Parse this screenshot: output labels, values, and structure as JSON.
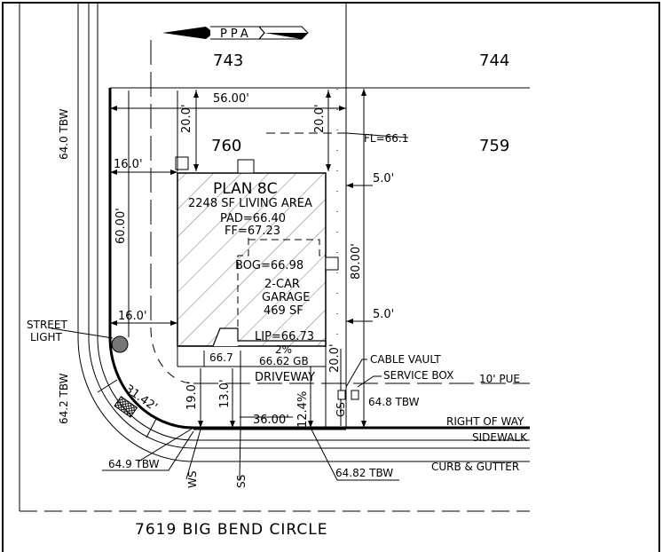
{
  "north_arrow": {
    "label": "PPA"
  },
  "lots": {
    "upper_left": "743",
    "upper_right": "744",
    "subject": "760",
    "right": "759"
  },
  "plan": {
    "title": "PLAN 8C",
    "living_area": "2248 SF LIVING AREA",
    "pad": "PAD=66.40",
    "ff": "FF=67.23",
    "bog": "BOG=66.98",
    "garage_line1": "2-CAR",
    "garage_line2": "GARAGE",
    "garage_area": "469 SF",
    "lip": "LIP=66.73"
  },
  "dimensions": {
    "lot_width_top": "56.00'",
    "setback_rear_left": "20.0'",
    "setback_rear_right": "20.0'",
    "side_left_top": "16.0'",
    "side_left_bottom": "16.0'",
    "side_right_top": "5.0'",
    "side_right_bottom": "5.0'",
    "lot_depth_left": "60.00'",
    "lot_depth_right": "80.00'",
    "front_setback": "20.0'",
    "frontage": "36.00'",
    "curve": "31.42'",
    "driveway_19": "19.0'",
    "driveway_13": "13.0'",
    "driveway_12": "12.4%"
  },
  "elevations": {
    "fl": "FL=66.1",
    "tbw_640": "64.0 TBW",
    "tbw_642": "64.2 TBW",
    "tbw_648": "64.8 TBW",
    "tbw_649": "64.9 TBW",
    "tbw_6482": "64.82 TBW",
    "gb": "66.62 GB",
    "pct": "2%",
    "e667": "66.7"
  },
  "labels": {
    "street_light_1": "STREET",
    "street_light_2": "LIGHT",
    "driveway": "DRIVEWAY",
    "cable_vault": "CABLE VAULT",
    "service_box": "SERVICE BOX",
    "pue": "10' PUE",
    "row": "RIGHT OF WAY",
    "sidewalk": "SIDEWALK",
    "curb": "CURB & GUTTER",
    "ws": "WS",
    "ss": "SS",
    "gs": "GS",
    "street": "7619 BIG BEND CIRCLE"
  },
  "colors": {
    "line": "#000000",
    "light": "#666666"
  }
}
